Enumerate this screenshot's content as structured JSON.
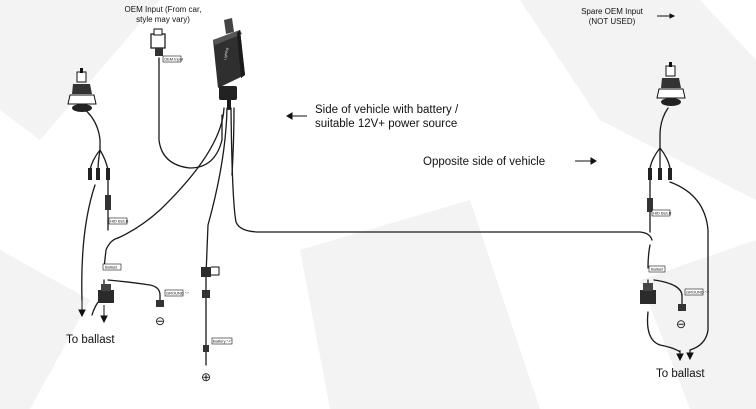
{
  "labels": {
    "oem_input_line1": "OEM Input (From car,",
    "oem_input_line2": "style may vary)",
    "spare_oem_line1": "Spare OEM Input",
    "spare_oem_line2": "(NOT USED)",
    "battery_side_line1": "Side of vehicle with battery /",
    "battery_side_line2": "suitable 12V+ power source",
    "opposite_side": "Opposite side of vehicle",
    "to_ballast_left": "To ballast",
    "to_ballast_right": "To ballast"
  },
  "tags": {
    "oem_input_tag": "OEM Input",
    "hid_bulb_left": "HID BULB",
    "hid_bulb_right": "HID BULB",
    "ballast_left": "Ballast",
    "ballast_right": "Ballast",
    "ground_left": "GROUND \"-\"",
    "ground_right": "GROUND \"-\"",
    "battery_tag": "Battery \"+\""
  },
  "relay": {
    "brand": "Lighting"
  },
  "symbols": {
    "minus": "⊖",
    "plus": "⊕"
  },
  "colors": {
    "wire": "#1a1a1a",
    "connector": "#2b2b2b",
    "relay": "#333333"
  }
}
